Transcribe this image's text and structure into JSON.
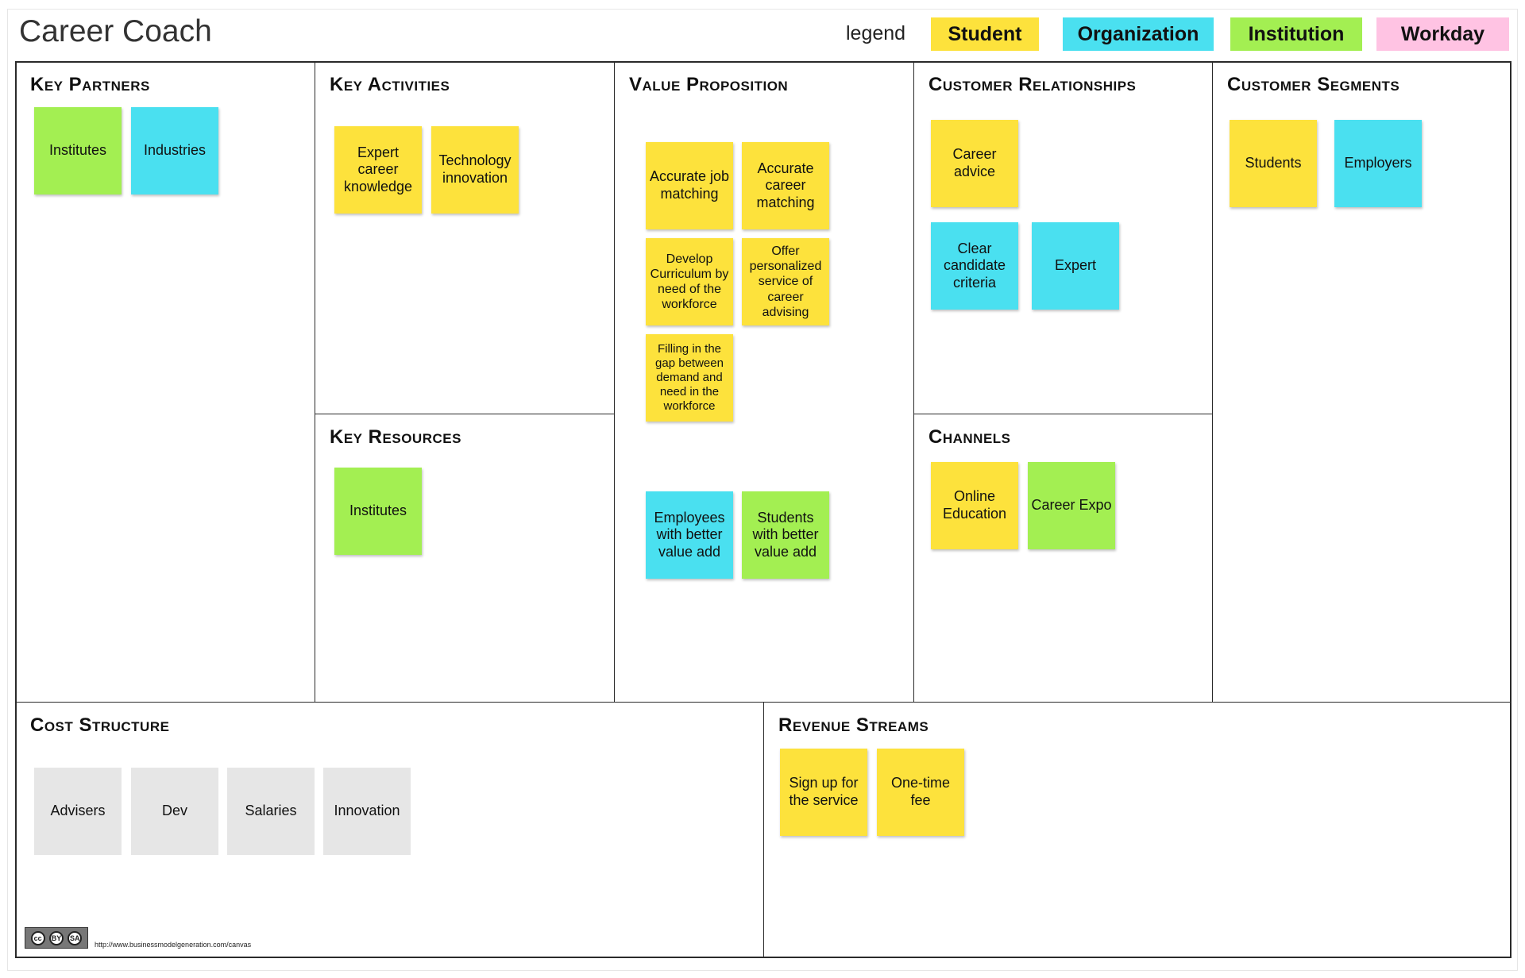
{
  "title": "Career Coach",
  "legend": {
    "label": "legend",
    "items": [
      {
        "label": "Student",
        "color": "#fde23c"
      },
      {
        "label": "Organization",
        "color": "#4ae0f0"
      },
      {
        "label": "Institution",
        "color": "#a3ef52"
      },
      {
        "label": "Workday",
        "color": "#ffc3e3"
      }
    ]
  },
  "sections": {
    "key_partners": {
      "title": "Key Partners",
      "notes": [
        "Institutes",
        "Industries"
      ]
    },
    "key_activities": {
      "title": "Key Activities",
      "notes": [
        "Expert career knowledge",
        "Technology innovation"
      ]
    },
    "key_resources": {
      "title": "Key Resources",
      "notes": [
        "Institutes"
      ]
    },
    "value_proposition": {
      "title": "Value Proposition",
      "notes": [
        "Accurate job matching",
        "Accurate career matching",
        "Develop Curriculum by need of the workforce",
        "Offer personalized service of career advising",
        "Filling in the gap between demand and need in the workforce",
        "Employees with better value add",
        "Students with better value add"
      ]
    },
    "customer_relationships": {
      "title": "Customer Relationships",
      "notes": [
        "Career advice",
        "Clear candidate criteria",
        "Expert"
      ]
    },
    "channels": {
      "title": "Channels",
      "notes": [
        "Online Education",
        "Career Expo"
      ]
    },
    "customer_segments": {
      "title": "Customer Segments",
      "notes": [
        "Students",
        "Employers"
      ]
    },
    "cost_structure": {
      "title": "Cost Structure",
      "notes": [
        "Advisers",
        "Dev",
        "Salaries",
        "Innovation"
      ]
    },
    "revenue_streams": {
      "title": "Revenue Streams",
      "notes": [
        "Sign up for the service",
        "One-time fee"
      ]
    }
  },
  "footer": {
    "license_url": "http://www.businessmodelgeneration.com/canvas",
    "badge_labels": [
      "cc",
      "BY",
      "SA"
    ]
  }
}
